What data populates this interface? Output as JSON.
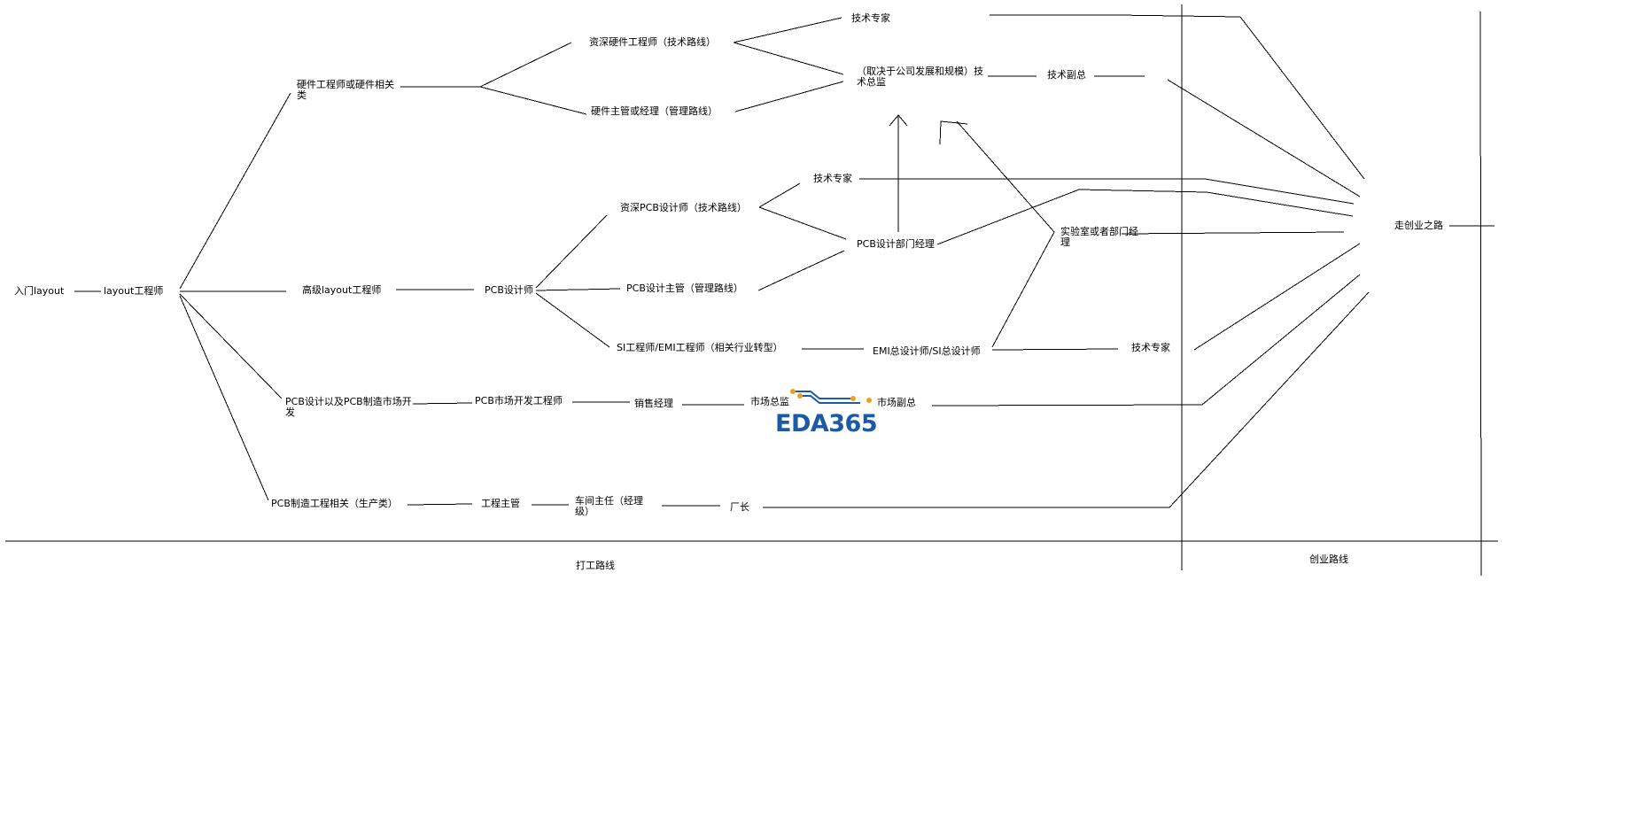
{
  "nodes": {
    "entry": "入门layout",
    "layout_engineer": "layout工程师",
    "hw_engineer": "硬件工程师或硬件相关类",
    "senior_hw": "资深硬件工程师（技术路线）",
    "hw_manager": "硬件主管或经理（管理路线）",
    "tech_expert_top": "技术专家",
    "tech_director": "（取决于公司发展和规模）技术总监",
    "tech_vp": "技术副总",
    "senior_layout": "高级layout工程师",
    "pcb_designer": "PCB设计师",
    "senior_pcb": "资深PCB设计师（技术路线）",
    "pcb_supervisor": "PCB设计主管（管理路线）",
    "si_emi": "SI工程师/EMI工程师（相关行业转型）",
    "tech_expert_mid": "技术专家",
    "pcb_dept_manager": "PCB设计部门经理",
    "lab_manager": "实验室或者部门经理",
    "emi_chief": "EMI总设计师/SI总设计师",
    "tech_expert_right": "技术专家",
    "pcb_market": "PCB设计以及PCB制造市场开发",
    "pcb_market_dev": "PCB市场开发工程师",
    "sales_manager": "销售经理",
    "market_director": "市场总监",
    "market_vp": "市场副总",
    "pcb_mfg": "PCB制造工程相关（生产类）",
    "eng_supervisor": "工程主管",
    "workshop_director": "车间主任（经理级）",
    "factory_director": "厂长",
    "entrepreneur": "走创业之路"
  },
  "sections": {
    "employee_path": "打工路线",
    "startup_path": "创业路线"
  },
  "watermark": {
    "text": "EDA365",
    "color": "#1c5aa6",
    "trace_color": "#1c5aa6",
    "pad_color": "#f0a020"
  }
}
